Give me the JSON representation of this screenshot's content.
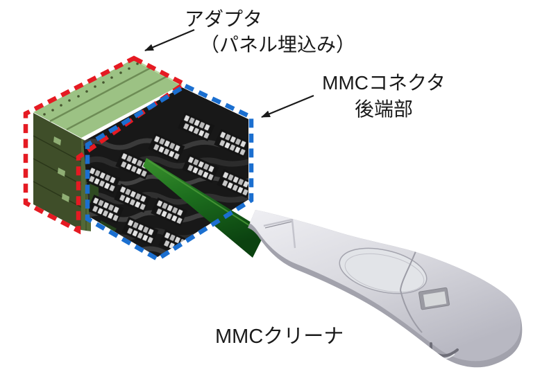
{
  "diagram": {
    "labels": {
      "adapter": {
        "line1": "アダプタ",
        "line2": "（パネル埋込み）"
      },
      "connector": {
        "line1": "MMCコネクタ",
        "line2": "後端部"
      },
      "cleaner": "MMCクリーナ"
    },
    "colors": {
      "adapter_outline_red": "#e51a22",
      "connector_outline_blue": "#1b6fd0",
      "adapter_top_green": "#9cc284",
      "adapter_front_green": "#3f4e29",
      "adapter_side_green": "#526838",
      "connector_body_black": "#181818",
      "connector_tip_gray": "#dcdcdc",
      "cleaner_wand_green": "#1d6f1e",
      "cleaner_body_gray": "#a2a2ac",
      "arrow_black": "#1a1a1a",
      "background": "#ffffff"
    }
  }
}
